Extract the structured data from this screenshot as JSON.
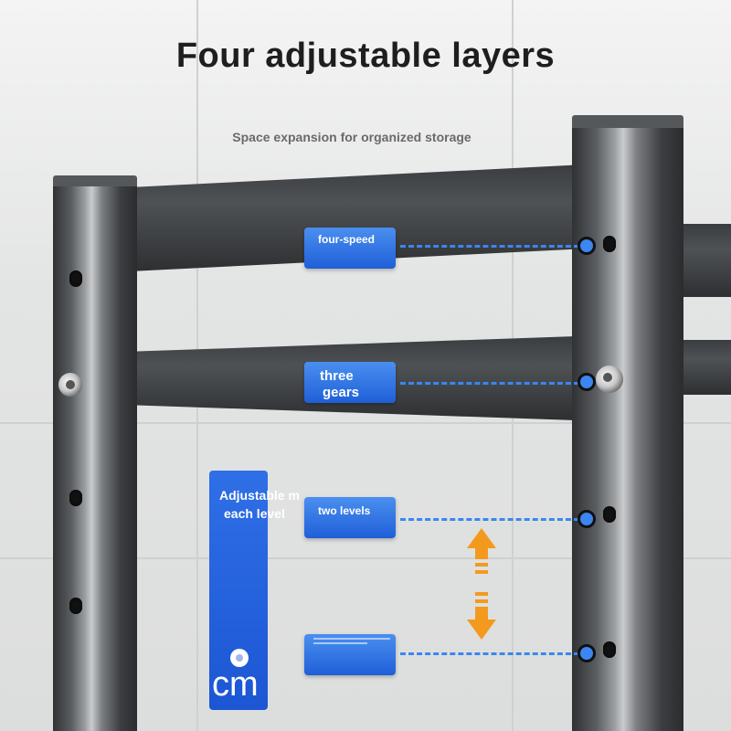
{
  "title": "Four adjustable layers",
  "subtitle": "Space expansion for organized storage",
  "labels": {
    "four_speed": "four-speed",
    "three_gears_line1": "three",
    "three_gears_line2": "gears",
    "two_levels": "two levels"
  },
  "side_card": {
    "line1": "Adjustable m",
    "line2": "each level",
    "unit": "cm"
  },
  "colors": {
    "label_blue": "#2f6fe6",
    "dash_blue": "#3b86f0",
    "arrow_orange": "#f39a1e",
    "frame_dark": "#3a3d40"
  },
  "icons": [
    "double-arrow-icon",
    "bolt-icon",
    "hole-icon"
  ]
}
